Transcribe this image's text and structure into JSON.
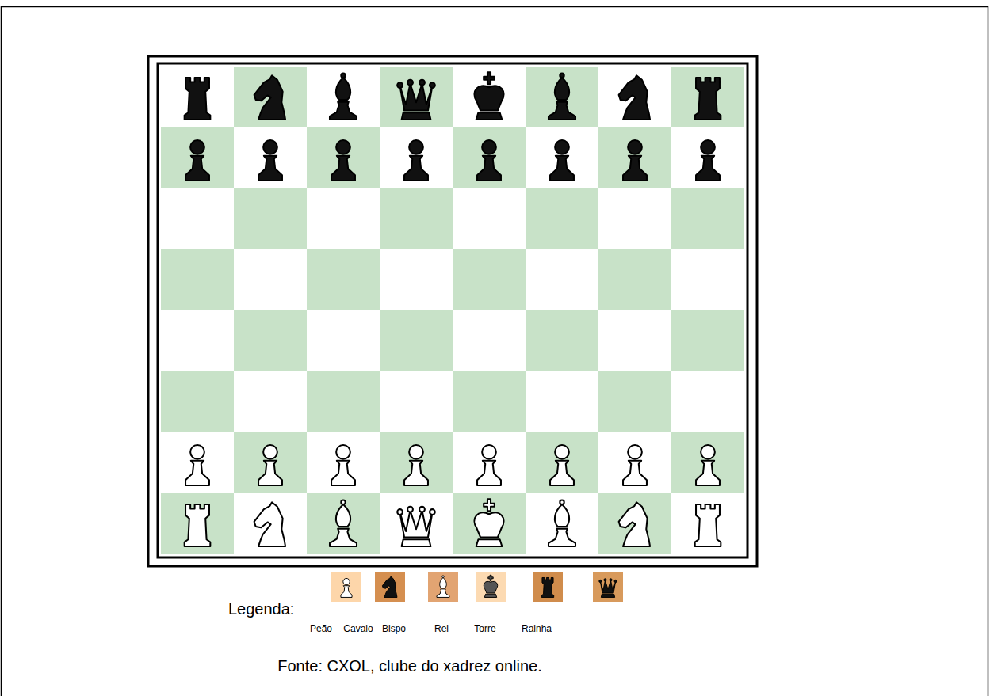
{
  "diagram": {
    "caption": "Fonte: CXOL, clube do xadrez online.",
    "labels": [
      "Legenda:"
    ],
    "legend": [
      {
        "text": "Peão"
      },
      {
        "text": "Cavalo"
      },
      {
        "text": "Bispo"
      },
      {
        "text": "Rei"
      },
      {
        "text": "Torre"
      },
      {
        "text": "Rainha"
      }
    ]
  }
}
